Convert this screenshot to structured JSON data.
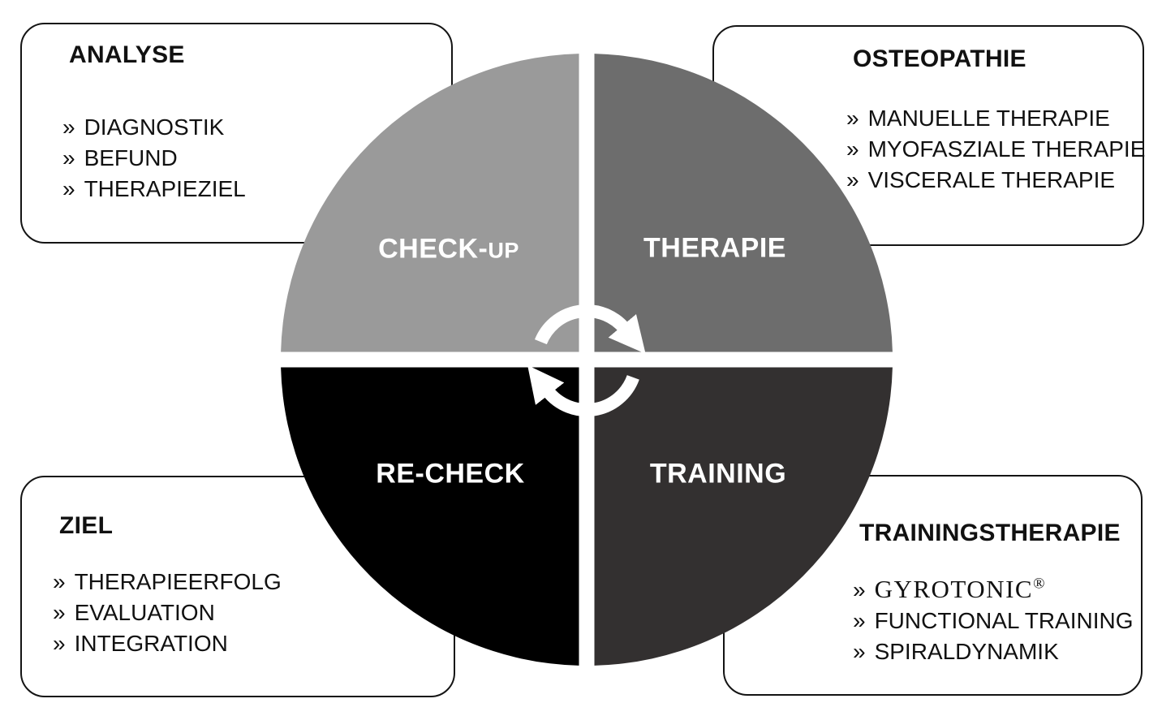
{
  "cycle": {
    "icon": "cycle-arrows-icon",
    "arrow_color": "#ffffff",
    "quadrants": [
      {
        "id": "check-up",
        "label": "CHECK-",
        "label_small": "UP",
        "color": "#9a9a9a"
      },
      {
        "id": "therapie",
        "label": "THERAPIE",
        "label_small": "",
        "color": "#6d6d6d"
      },
      {
        "id": "re-check",
        "label": "RE-CHECK",
        "label_small": "",
        "color": "#000000"
      },
      {
        "id": "training",
        "label": "TRAINING",
        "label_small": "",
        "color": "#333030"
      }
    ]
  },
  "info_boxes": [
    {
      "id": "analyse",
      "title": "ANALYSE",
      "items": [
        "DIAGNOSTIK",
        "BEFUND",
        "THERAPIEZIEL"
      ]
    },
    {
      "id": "osteopathie",
      "title": "OSTEOPATHIE",
      "items": [
        "MANUELLE THERAPIE",
        "MYOFASZIALE THERAPIE",
        "VISCERALE THERAPIE"
      ]
    },
    {
      "id": "ziel",
      "title": "ZIEL",
      "items": [
        "THERAPIEERFOLG",
        "EVALUATION",
        "INTEGRATION"
      ]
    },
    {
      "id": "trainingstherapie",
      "title": "TRAININGSTHERAPIE",
      "items": [
        "GYROTONIC",
        "FUNCTIONAL TRAINING",
        "SPIRALDYNAMIK"
      ],
      "trademark": "®"
    }
  ],
  "bullet": "»"
}
